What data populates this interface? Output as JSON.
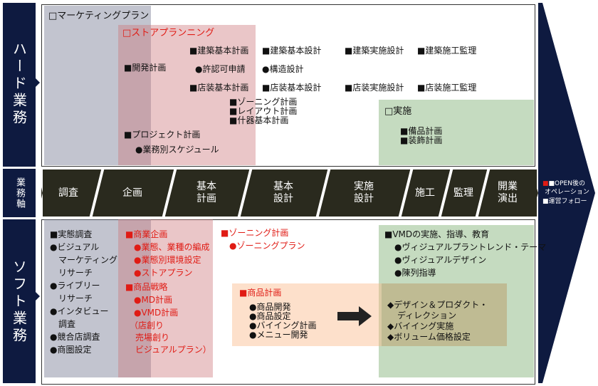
{
  "rows": {
    "hard": "ハード業務",
    "axis": "業務軸",
    "soft": "ソフト業務"
  },
  "hard": {
    "marketing_plan": "□マーケティングプラン",
    "store_planning": "□ストアプランニング",
    "col1": "■開発計画",
    "permit": "●許認可申請",
    "structure": "●構造設計",
    "arch_basic_plan": "■建築基本計画",
    "arch_basic_design": "■建築基本設計",
    "arch_impl_design": "■建築実施設計",
    "arch_supervision": "■建築施工監理",
    "store_basic_plan": "■店装基本計画",
    "store_basic_design": "■店装基本設計",
    "store_impl_design": "■店装実施設計",
    "store_supervision": "■店装施工監理",
    "zoning": "■ゾーニング計画",
    "layout": "■レイアウト計画",
    "fixture": "■什器基本計画",
    "project_plan": "■プロジェクト計画",
    "schedule": "●業務別スケジュール",
    "implementation": "□実施",
    "equipment": "■備品計画",
    "decoration": "■装飾計画"
  },
  "phases": [
    {
      "label": "調査"
    },
    {
      "label": "企画"
    },
    {
      "label": "基本\n計画"
    },
    {
      "label": "基本\n設計"
    },
    {
      "label": "実施\n設計"
    },
    {
      "label": "施工"
    },
    {
      "label": "監理"
    },
    {
      "label": "開業\n演出"
    }
  ],
  "after": {
    "line1": "■OPEN後の",
    "line2": "オペレーション",
    "line3": "■運営フォロー"
  },
  "soft": {
    "research": [
      "■実態調査",
      "●ビジュアル",
      "マーケティング",
      "リサーチ",
      "●ライブリー",
      "リサーチ",
      "●インタビュー",
      "調査",
      "●競合店調査",
      "●商圏設定"
    ],
    "planning": [
      "■商業企画",
      "●業態、業種の編成",
      "●業態別環境設定",
      "●ストアプラン",
      "■商品戦略",
      "●MD計画",
      "●VMD計画",
      "（店創り",
      "売場創り",
      "ビジュアルプラン）"
    ],
    "zoning_title": "■ゾーニング計画",
    "zoning_plan": "●ゾーニングプラン",
    "product": [
      "■商品計画",
      "●商品開発",
      "●商品設定",
      "●バイイング計画",
      "●メニュー開発"
    ],
    "vmd": [
      "■VMDの実施、指導、教育",
      "●ヴィジュアルプラントレンド・テーマ",
      "●ヴィジュアルデザイン",
      "●陳列指導"
    ],
    "design": [
      "◆デザイン＆プロダクト・",
      "ディレクション",
      "◆バイイング実施",
      "◆ボリューム価格設定"
    ]
  }
}
